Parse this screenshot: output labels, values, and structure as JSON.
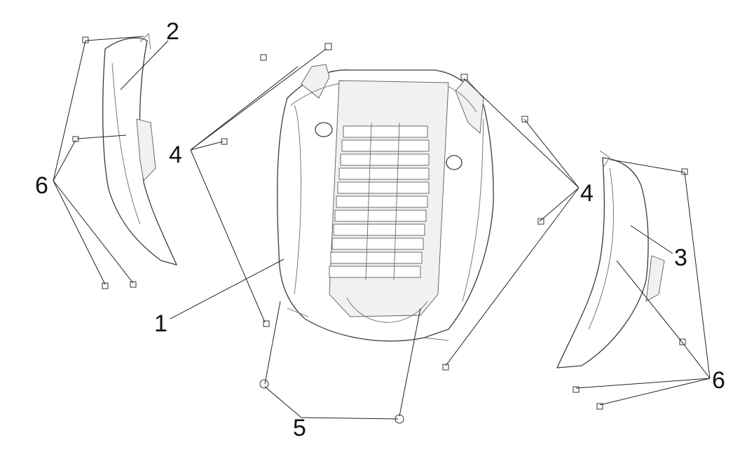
{
  "callouts": [
    {
      "id": "c1",
      "text": "1"
    },
    {
      "id": "c2",
      "text": "2"
    },
    {
      "id": "c3",
      "text": "3"
    },
    {
      "id": "c4a",
      "text": "4"
    },
    {
      "id": "c4b",
      "text": "4"
    },
    {
      "id": "c5",
      "text": "5"
    },
    {
      "id": "c6a",
      "text": "6"
    },
    {
      "id": "c6b",
      "text": "6"
    }
  ]
}
